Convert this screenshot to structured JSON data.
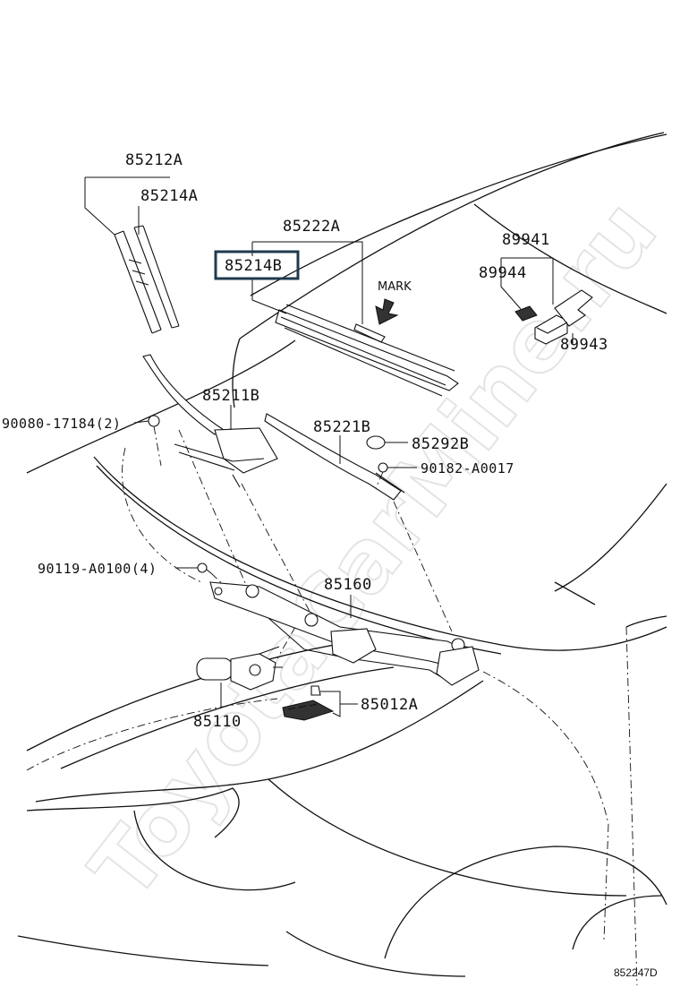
{
  "watermark": "ToyotaCarMine.ru",
  "mark_label": "MARK",
  "diagram_code": "852247D",
  "labels": {
    "p85212A": "85212A",
    "p85214A": "85214A",
    "p85222A": "85222A",
    "p85214B": "85214B",
    "p89941": "89941",
    "p89944": "89944",
    "p89943": "89943",
    "p90080": "90080-17184(2)",
    "p85211B": "85211B",
    "p85221B": "85221B",
    "p85292B": "85292B",
    "p90182": "90182-A0017",
    "p90119": "90119-A0100(4)",
    "p85160": "85160",
    "p85110": "85110",
    "p85012A": "85012A"
  },
  "highlighted_part": "85214B",
  "colors": {
    "line": "#111111",
    "highlight_box": "#1f3a4d",
    "watermark": "#e4e4e4"
  }
}
